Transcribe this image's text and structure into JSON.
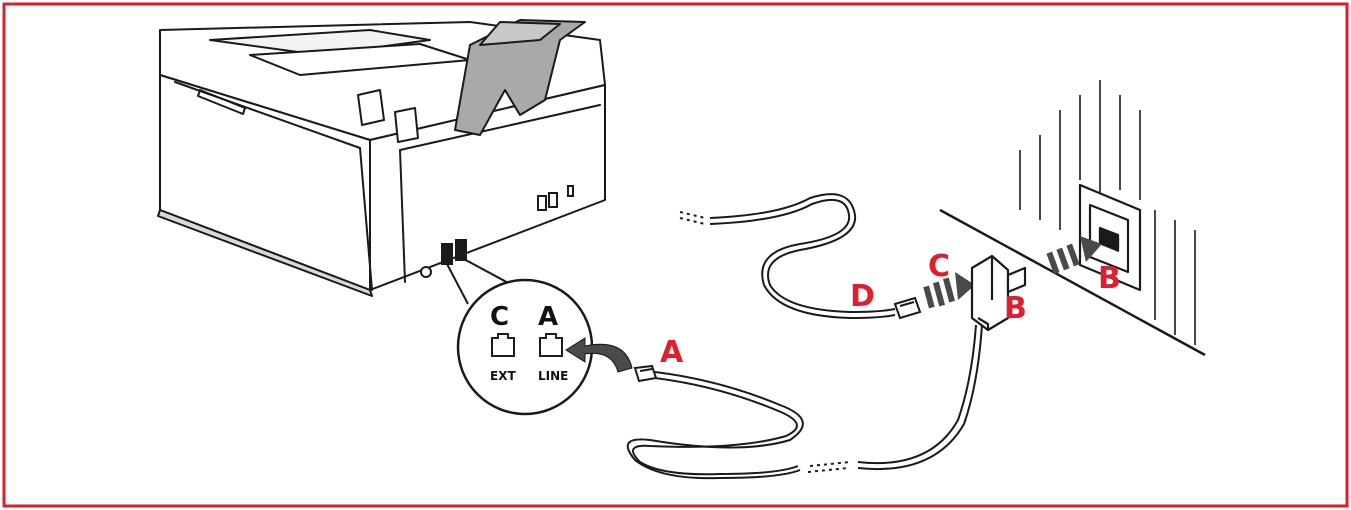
{
  "colors": {
    "border": "#d81f2a",
    "callout": "#e01e2e",
    "line": "#1a1a1a",
    "arrow": "#4a4a4a",
    "tray_gray": "#a9a9a9"
  },
  "diagram": {
    "callouts": {
      "cable_end_label": "A",
      "wall_jack_label": "B",
      "splitter_plug_label": "B",
      "splitter_socket_label": "C",
      "phone_plug_label": "D"
    },
    "zoom_ports": {
      "left": {
        "letter": "C",
        "name": "EXT",
        "icon": "phone-jack-icon"
      },
      "right": {
        "letter": "A",
        "name": "LINE",
        "icon": "phone-jack-icon"
      }
    },
    "icons": [
      "printer-illustration",
      "wall-socket-icon",
      "splitter-adapter-icon",
      "rj11-plug-icon",
      "insert-arrow-icon",
      "curved-arrow-icon"
    ]
  }
}
